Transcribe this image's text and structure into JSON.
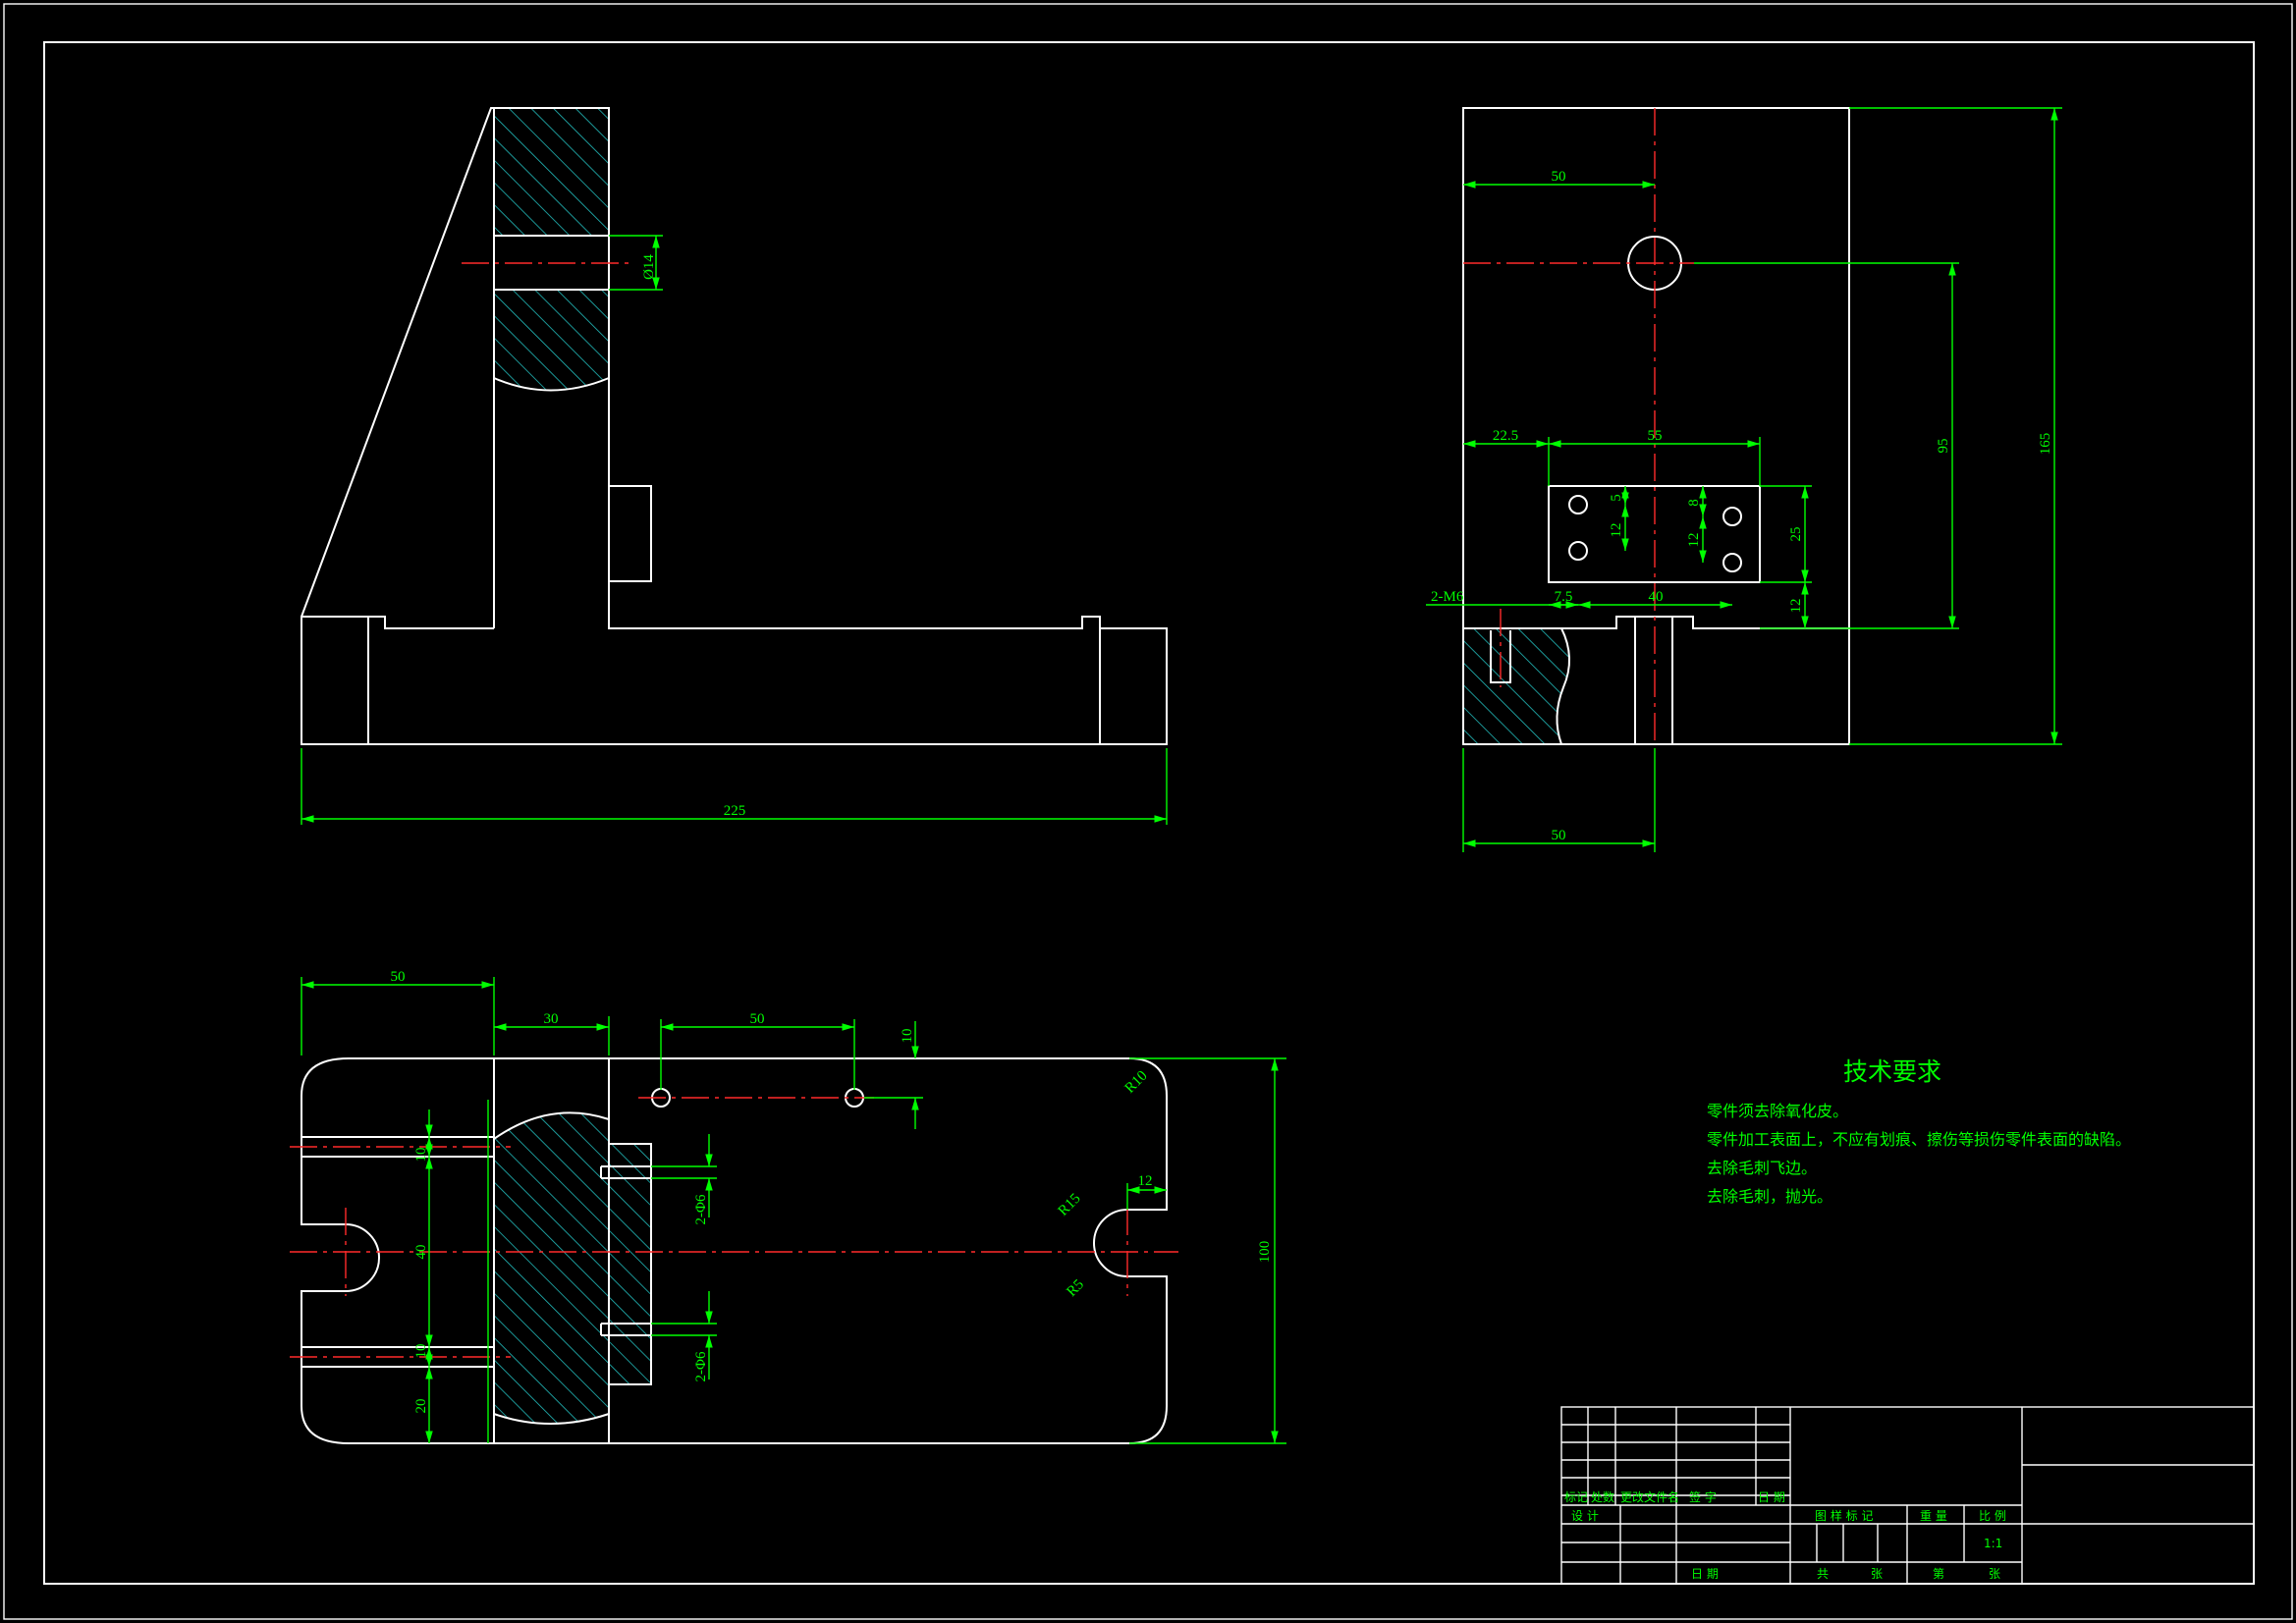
{
  "colors": {
    "background": "#000000",
    "outline": "#ffffff",
    "dimension": "#00ff00",
    "centerline": "#ff2a2a",
    "hatch": "#22bbbb"
  },
  "front_view": {
    "dims": {
      "overall_length": "225",
      "hole_dia": "Ø14"
    }
  },
  "side_view": {
    "dims": {
      "top_offset": "50",
      "bottom_offset": "50",
      "hole_height": "95",
      "total_height": "165",
      "slot_offset": "22.5",
      "slot_width": "55",
      "m6": "2-M6",
      "edge": "7.5",
      "spacing": "40",
      "v5": "5",
      "v12a": "12",
      "v8": "8",
      "v12b": "12",
      "v25": "25",
      "v12c": "12"
    }
  },
  "top_view": {
    "dims": {
      "left_len": "50",
      "step": "30",
      "hole_spacing": "50",
      "hole_offset": "10",
      "r10": "R10",
      "r15": "R15",
      "r5": "R5",
      "slot_12": "12",
      "width_100": "100",
      "left_10a": "10",
      "left_40": "40",
      "left_10b": "10",
      "left_20": "20",
      "phi6_top": "2-Φ6",
      "phi6_bottom": "2-Φ6"
    }
  },
  "technical_requirements": {
    "title": "技术要求",
    "lines": [
      "零件须去除氧化皮。",
      "零件加工表面上，不应有划痕、擦伤等损伤零件表面的缺陷。",
      "去除毛刺飞边。",
      "去除毛刺，抛光。"
    ]
  },
  "title_block": {
    "labels": {
      "mark": "标记",
      "count": "处数",
      "change_doc": "更改文件名",
      "signature": "签 字",
      "date": "日 期",
      "design": "设 计",
      "stage_mark": "图 样 标 记",
      "weight": "重 量",
      "scale": "比 例",
      "scale_value": "1:1",
      "date2": "日 期",
      "total": "共",
      "sheets": "张",
      "sheet_no": "第",
      "sheet": "张"
    }
  }
}
